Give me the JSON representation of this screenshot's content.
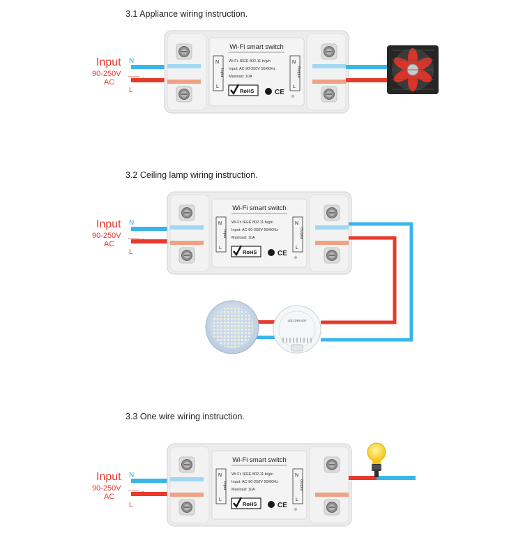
{
  "sections": [
    {
      "title": "3.1 Appliance wiring instruction."
    },
    {
      "title": "3.2 Ceiling lamp wiring instruction."
    },
    {
      "title": "3.3 One wire wiring instruction."
    }
  ],
  "input_label": {
    "input": "Input",
    "voltage": "90-250V",
    "ac": "AC",
    "n": "N",
    "l": "L",
    "arrow": "——→"
  },
  "device": {
    "name": "Wi-Fi smart switch",
    "spec_wifi": "Wi-Fi: IEEE 802.11 b/g/n",
    "spec_input": "Input: AC 90-250V 50/60Hz",
    "spec_maxload": "Maxload: 10A",
    "rohs": "RoHS",
    "ce": "CE",
    "side_input": "Input",
    "side_output": "Output",
    "n": "N",
    "l": "L"
  },
  "led_driver_label": "LED DRIVER",
  "colors": {
    "neutral_wire": "#38b6e8",
    "live_wire": "#e8392a",
    "neutral_light": "#9fd8f2",
    "live_light": "#f0a184",
    "label_red": "#e8392a",
    "label_blue": "#38a8e0",
    "case": "#ececec",
    "case_edge": "#d0d0d0"
  }
}
